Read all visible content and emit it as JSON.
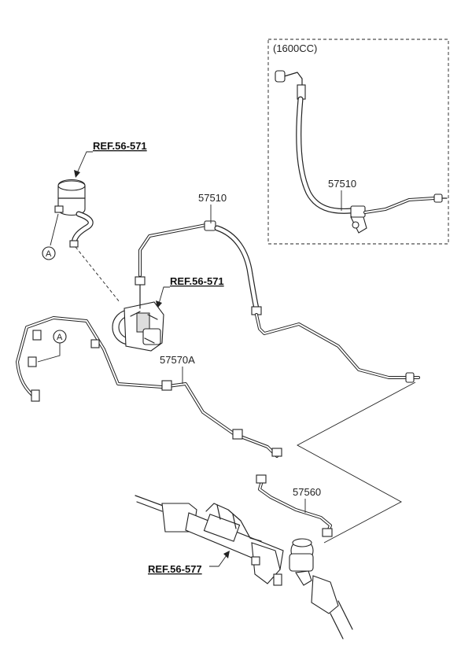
{
  "variant_label": "(1600CC)",
  "labels": {
    "ref_reservoir": "REF.56-571",
    "ref_pump": "REF.56-571",
    "ref_gear": "REF.56-577",
    "hose_main": "57510",
    "hose_inset": "57510",
    "tube_pressure": "57570A",
    "tube_return": "57560",
    "marker_a_top": "A",
    "marker_a_bottom": "A"
  }
}
